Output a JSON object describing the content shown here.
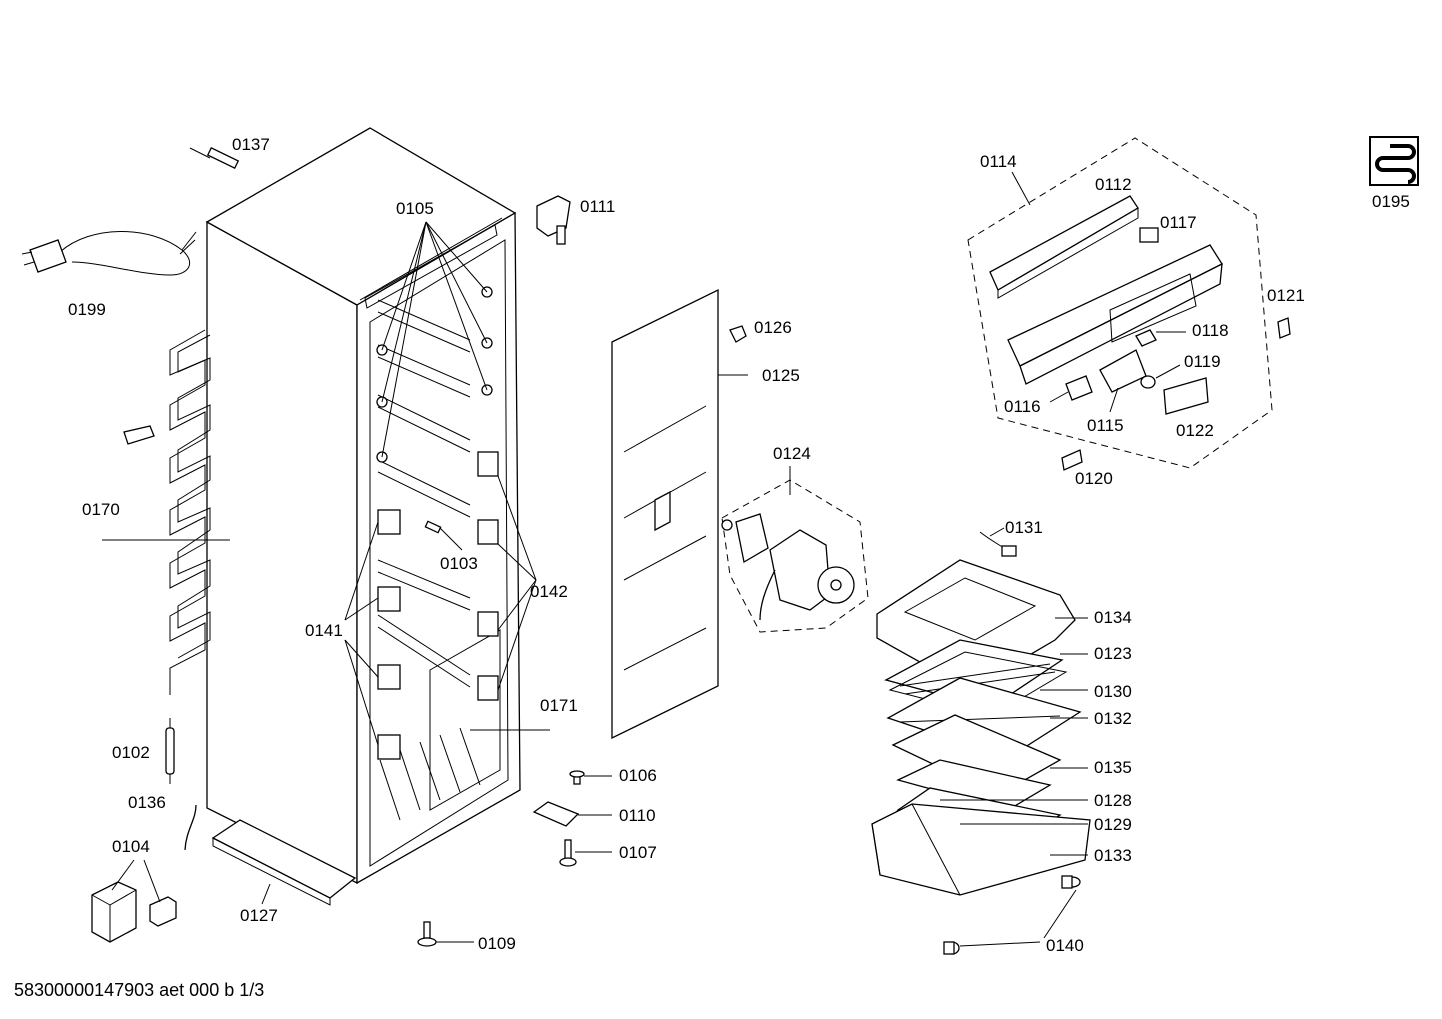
{
  "document_reference": "58300000147903 aet 000 b 1/3",
  "part_labels": {
    "p0137": "0137",
    "p0105": "0105",
    "p0111": "0111",
    "p0199": "0199",
    "p0170": "0170",
    "p0103": "0103",
    "p0142": "0142",
    "p0141": "0141",
    "p0171": "0171",
    "p0102": "0102",
    "p0136": "0136",
    "p0104": "0104",
    "p0127": "0127",
    "p0109": "0109",
    "p0106": "0106",
    "p0110": "0110",
    "p0107": "0107",
    "p0126": "0126",
    "p0125": "0125",
    "p0124": "0124",
    "p0114": "0114",
    "p0112": "0112",
    "p0117": "0117",
    "p0121": "0121",
    "p0118": "0118",
    "p0119": "0119",
    "p0116": "0116",
    "p0115": "0115",
    "p0122": "0122",
    "p0120": "0120",
    "p0195": "0195",
    "p0131": "0131",
    "p0134": "0134",
    "p0123": "0123",
    "p0130": "0130",
    "p0132": "0132",
    "p0135": "0135",
    "p0128": "0128",
    "p0129": "0129",
    "p0133": "0133",
    "p0140": "0140"
  }
}
